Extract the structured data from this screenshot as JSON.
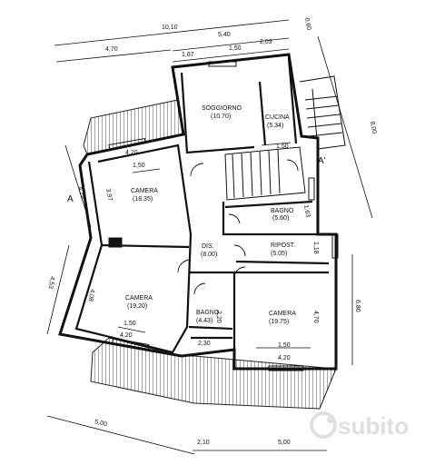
{
  "rooms": {
    "soggiorno": {
      "name": "SOGGIORNO",
      "area": "(10.70)"
    },
    "cucina": {
      "name": "CUCINA",
      "area": "(5.34)"
    },
    "camera_nw": {
      "name": "CAMERA",
      "area": "(18.35)"
    },
    "camera_sw": {
      "name": "CAMERA",
      "area": "(19.20)"
    },
    "dis": {
      "name": "DIS.",
      "area": "(8.00)"
    },
    "bagno_e": {
      "name": "BAGNO",
      "area": "(5.60)"
    },
    "ripost": {
      "name": "RIPOST.",
      "area": "(5.05)"
    },
    "bagno_s": {
      "name": "BAGNO",
      "area": "(4.43)"
    },
    "camera_se": {
      "name": "CAMERA",
      "area": "(19.75)"
    }
  },
  "dimensions": {
    "top_total": "10,10",
    "top_left": "4,70",
    "top_right": "5,40",
    "top_a": "1,87",
    "top_b": "1,50",
    "top_c": "2,03",
    "top_tiny": "0,60",
    "right_long": "8,00",
    "right_lower": "6,80",
    "left_outer": "4,53",
    "left_inner": "4,29",
    "w_camera_nw": "4,20",
    "h_camera_nw": "3,97",
    "win_camera_nw": "1,50",
    "h_camera_sw": "4,08",
    "win_camera_sw": "1,50",
    "w_camera_sw": "4,20",
    "h_bagno_s": "2,20",
    "w_bagno_s": "2,30",
    "h_ripost": "1,18",
    "h_bagno_e": "1,63",
    "kitchen_step": "1,50",
    "h_camera_se": "4,70",
    "win_camera_se": "1,50",
    "w_camera_se": "4,20",
    "bottom_left": "5,00",
    "bottom_a": "2,10",
    "bottom_b": "5,00"
  },
  "section_marks": {
    "left": "A",
    "right": "A'"
  },
  "watermark": {
    "text": "subito",
    "icon": "subito-logo-icon",
    "color": "#d9dde2"
  }
}
